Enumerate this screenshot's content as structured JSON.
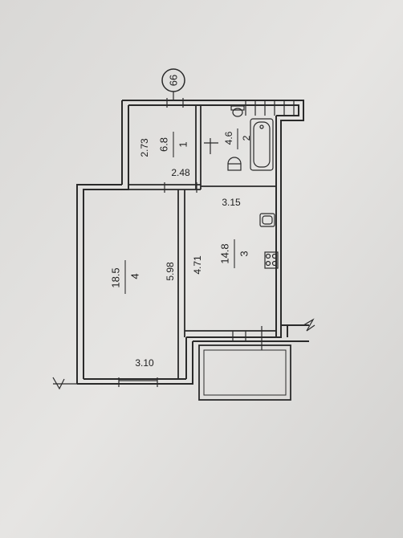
{
  "plan": {
    "marker": "66",
    "rooms": [
      {
        "number": "1",
        "area": "6.8"
      },
      {
        "number": "2",
        "area": "4.6"
      },
      {
        "number": "3",
        "area": "14.8"
      },
      {
        "number": "4",
        "area": "18.5"
      }
    ],
    "dimensions": {
      "room1_width": "2.73",
      "room1_length": "2.48",
      "room3_width": "3.15",
      "room3_length": "4.71",
      "room4_length": "5.98",
      "room4_width": "3.10"
    }
  }
}
